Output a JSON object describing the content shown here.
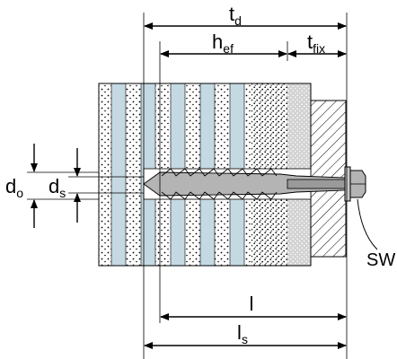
{
  "labels": {
    "t_d": {
      "main": "t",
      "sub": "d"
    },
    "h_ef": {
      "main": "h",
      "sub": "ef"
    },
    "t_fix": {
      "main": "t",
      "sub": "fix"
    },
    "d_o": {
      "main": "d",
      "sub": "o"
    },
    "d_s": {
      "main": "d",
      "sub": "s"
    },
    "sw": "SW",
    "l": "l",
    "l_s": {
      "main": "l",
      "sub": "s"
    }
  },
  "colors": {
    "stripe_blue": "#c5d9e3",
    "dotted_layer": "#ffffff",
    "plate_gray": "#d2d2d2",
    "hatch_fill": "#ffffff",
    "dowel_fill": "#b4b4b4",
    "line": "#000000"
  }
}
